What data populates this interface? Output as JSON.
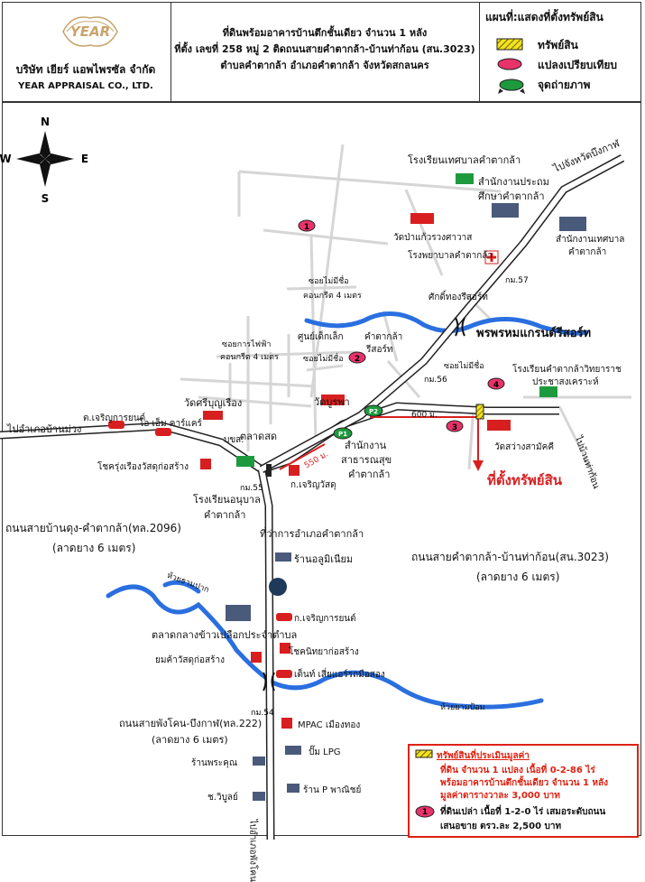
{
  "company": {
    "logo_text": "YEAR",
    "name_th": "บริษัท เยียร์ แอพไพรซัล จำกัด",
    "name_en": "YEAR APPRAISAL CO., LTD."
  },
  "title": {
    "line1": "ที่ดินพร้อมอาคารบ้านตึกชั้นเดียว จำนวน 1 หลัง",
    "line2": "ที่ตั้ง เลขที่ 258 หมู่ 2 ติดถนนสายคำตากล้า-บ้านท่าก้อน (สน.3023)",
    "line3": "ตำบลคำตากล้า อำเภอคำตากล้า จังหวัดสกลนคร"
  },
  "legend": {
    "title": "แผนที่:แสดงที่ตั้งทรัพย์สิน",
    "items": [
      {
        "label": "ทรัพย์สิน",
        "symbol": "hatched-yellow-rect"
      },
      {
        "label": "แปลงเปรียบเทียบ",
        "symbol": "pink-ellipse"
      },
      {
        "label": "จุดถ่ายภาพ",
        "symbol": "green-ellipse-arrows"
      }
    ]
  },
  "compass": {
    "n": "N",
    "s": "S",
    "e": "E",
    "w": "W"
  },
  "colors": {
    "road": "#d6d6d6",
    "river": "#2a6fe0",
    "red": "#d81f1f",
    "green": "#1e9a3e",
    "yellow": "#f2e21a",
    "frame": "#333333"
  },
  "map_labels": {
    "school_muni": "โรงเรียนเทศบาลคำตากล้า",
    "edu_office": "สำนักงานประถม",
    "edu_office2": "ศึกษาคำตากล้า",
    "to_bungkan": "ไปจังหวัดบึงกาฬ",
    "wat_pakaew": "วัดป่าแก้วรวงศาวาส",
    "hospital": "โรงพยาบาลคำตากล้า",
    "muni_office": "สำนักงานเทศบาล",
    "muni_office2": "คำตากล้า",
    "km57": "กม.57",
    "soi_nameless_1": "ซอยไม่มีชื่อ",
    "concrete_4m_1": "คอนกรีต 4 เมตร",
    "shrine": "ศักดิ์ทองรีสอร์ท",
    "phromphon": "พรพรหมแกรนด์รีสอร์ท",
    "child_center": "ศูนย์เด็กเล็ก",
    "resort2": "คำตากล้า",
    "resort2b": "รีสอร์ท",
    "soi_power": "ซอยการไฟฟ้า",
    "concrete_4m_2": "คอนกรีต 4 เมตร",
    "soi_nameless_2": "ซอยไม่มีชื่อ",
    "km56": "กม.56",
    "soi_nameless_3": "ซอยไม่มีชื่อ",
    "school_witthaya": "โรงเรียนคำตากล้าวิทยาราช",
    "school_witthaya2": "ประชาสงเคราะห์",
    "wat_sriboonrueang": "วัดศรีบุญเรือง",
    "wat_burapha": "วัดบูรพา",
    "distance_600": "600 ม.",
    "to_ban_muang": "ไปอำเภอบ้านม่วง",
    "charoen_car": "ต.เจริญการยนต์",
    "oh_em": "โอ เอ็ม คาร์แคร์",
    "bks": "บขส.",
    "market": "ตลาดสด",
    "p1": "P1",
    "p2": "P2",
    "health": "สำนักงาน",
    "health2": "สาธารณสุข",
    "health3": "คำตากล้า",
    "wat_sawang": "วัดสว่างสามัคคี",
    "to_tha_kon": "ไปบ้านท่าก้อน",
    "subject": "ที่ตั้งทรัพย์สิน",
    "chok_rueang": "โชครุ่งเรืองวัสดุก่อสร้าง",
    "distance_550": "550 ม.",
    "km55": "กม.55",
    "charoen_wasadu": "ก.เจริญวัสดุ",
    "school_anuban": "โรงเรียนอนุบาล",
    "school_anuban2": "คำตากล้า",
    "district_office": "ที่ว่าการอำเภอคำตากล้า",
    "road_2096": "ถนนสายบ้านดุง-คำตากล้า(ทล.2096)",
    "road_2096_w": "(ลาดยาง 6 เมตร)",
    "road_3023": "ถนนสายคำตากล้า-บ้านท่าก้อน(สน.3023)",
    "road_3023_w": "(ลาดยาง 6 เมตร)",
    "aluminium": "ร้านอลูมิเนียม",
    "rice_market": "ตลาดกลางข้าวเปลือกประจำตำบล",
    "charoen_car2": "ก.เจริญการยนต์",
    "yom_kha": "ยมค้าวัสดุก่อสร้าง",
    "chok_wittaya": "โชคนิทยาก่อสร้าง",
    "tent": "เต็นท์ เสี่ยแอร์รถมือสอง",
    "river_tham": "ห้วยธามปาก",
    "river_yam": "ห้วยยามป้อม",
    "km54": "กม.54",
    "road_222": "ถนนสายพังโคน-บึงกาฬ(ทล.222)",
    "road_222_w": "(ลาดยาง 6 เมตร)",
    "mpac": "MPAC เมืองทอง",
    "lpg": "ปั๊ม LPG",
    "phrakhun": "ร้านพระคุณ",
    "chwiboon": "ช.วิบูลย์",
    "p_panich": "ร้าน P พาณิชย์",
    "lot_1": "1",
    "lot_2": "2",
    "lot_3": "3",
    "lot_4": "4",
    "road_south": "ไปอำเภอพังโคน"
  },
  "note_box": {
    "header": "ทรัพย์สินที่ประเมินมูลค่า",
    "line1": "ที่ดิน จำนวน 1 แปลง เนื้อที่ 0-2-86 ไร่",
    "line2": "พร้อมอาคารบ้านตึกชั้นเดียว จำนวน 1 หลัง",
    "line3": "มูลค่าตารางวาละ 3,000 บาท",
    "comp1_a": "ที่ดินเปล่า เนื้อที่ 1-2-0 ไร่ เสมอระดับถนน",
    "comp1_b": "เสนอขาย ตรว.ละ 2,500 บาท"
  }
}
